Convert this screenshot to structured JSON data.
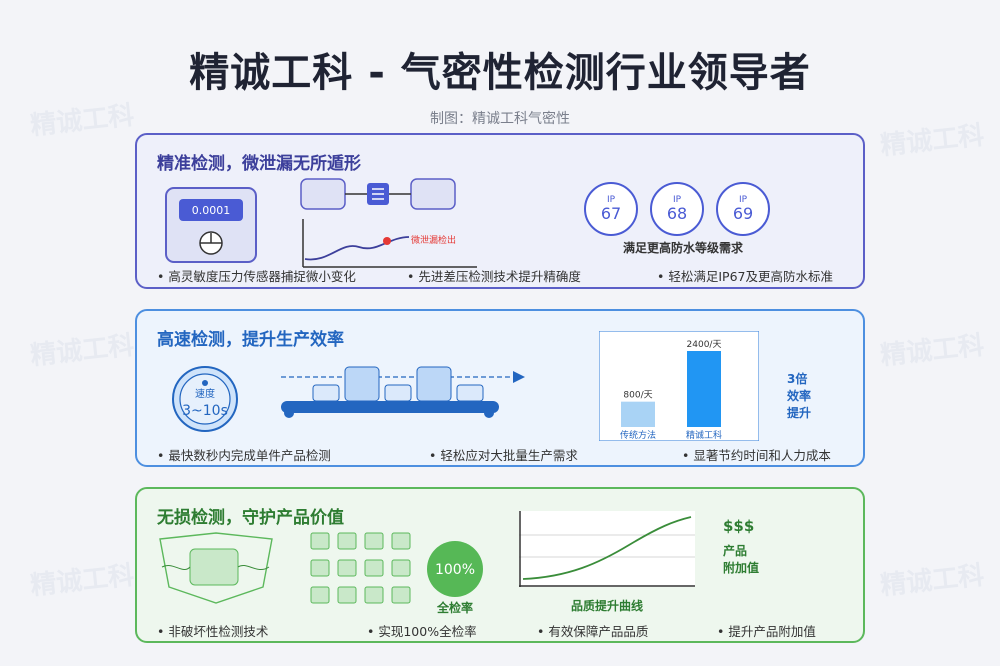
{
  "header": {
    "title": "精诚工科 - 气密性检测行业领导者",
    "subtitle": "制图：精诚工科气密性"
  },
  "watermark": "精诚工科",
  "section1": {
    "title": "精准检测，微泄漏无所遁形",
    "gauge_value": "0.0001",
    "leak_label": "微泄漏检出",
    "ip_levels": [
      {
        "prefix": "IP",
        "num": "67"
      },
      {
        "prefix": "IP",
        "num": "68"
      },
      {
        "prefix": "IP",
        "num": "69"
      }
    ],
    "ip_caption": "满足更高防水等级需求",
    "bullets": [
      "• 高灵敏度压力传感器捕捉微小变化",
      "• 先进差压检测技术提升精确度",
      "• 轻松满足IP67及更高防水标准"
    ]
  },
  "section2": {
    "title": "高速检测，提升生产效率",
    "timer_top": "速度",
    "timer_value": "3~10s",
    "efficiency_lines": [
      "3倍",
      "效率",
      "提升"
    ],
    "bullets": [
      "• 最快数秒内完成单件产品检测",
      "• 轻松应对大批量生产需求",
      "• 显著节约时间和人力成本"
    ]
  },
  "section3": {
    "title": "无损检测，守护产品价值",
    "full_check_value": "100%",
    "full_check_label": "全检率",
    "curve_label": "品质提升曲线",
    "value_symbol": "$$$",
    "value_lines": [
      "产品",
      "附加值"
    ],
    "bullets": [
      "• 非破坏性检测技术",
      "• 实现100%全检率",
      "• 有效保障产品品质",
      "• 提升产品附加值"
    ]
  },
  "chart_data": {
    "type": "bar",
    "categories": [
      "传统方法",
      "精诚工科"
    ],
    "values": [
      800,
      2400
    ],
    "value_labels": [
      "800/天",
      "2400/天"
    ],
    "colors": [
      "#a9d3f5",
      "#2196f3"
    ]
  },
  "colors": {
    "section1": "#5b5fc7",
    "section2": "#4d8fe0",
    "section3": "#5cb85c",
    "leak_dot": "#e53935"
  }
}
